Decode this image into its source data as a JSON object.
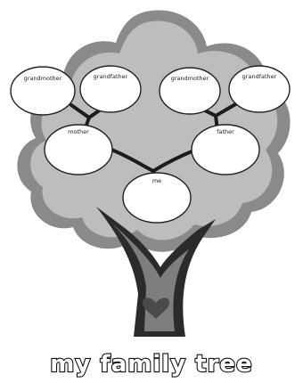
{
  "colors": {
    "crown_outer": "#8a8a8a",
    "crown_inner": "#bdbdbd",
    "trunk": "#2b2b2b",
    "trunk_inner": "#7e7e7e",
    "heart": "#4a4a4a",
    "branch": "#1c1c1c",
    "node_fill": "#ffffff",
    "node_stroke": "#222222"
  },
  "members": {
    "gm1": "grandmother",
    "gf1": "grandfather",
    "gm2": "grandmother",
    "gf2": "grandfather",
    "mother": "mother",
    "father": "father",
    "me": "me"
  },
  "title": "my family tree",
  "icons": {
    "trunk_heart": "heart-icon"
  }
}
